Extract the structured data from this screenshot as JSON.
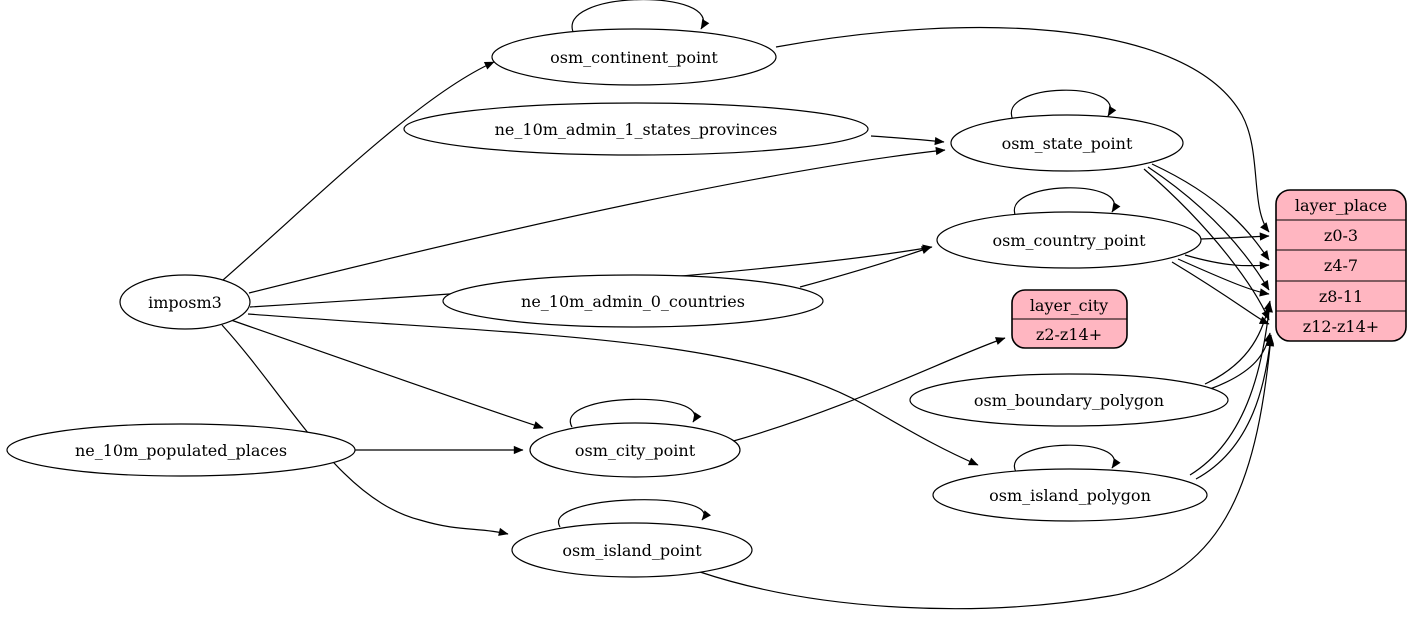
{
  "diagram": {
    "background": "#ffffff",
    "node_fill": "#ffffff",
    "record_fill": "#ffb6c1",
    "stroke_color": "#000000",
    "type": "graphviz-dataflow-diagram"
  },
  "nodes": {
    "imposm3": {
      "label": "imposm3"
    },
    "osm_continent_point": {
      "label": "osm_continent_point"
    },
    "ne_10m_admin_1_states_provinces": {
      "label": "ne_10m_admin_1_states_provinces"
    },
    "osm_state_point": {
      "label": "osm_state_point"
    },
    "osm_country_point": {
      "label": "osm_country_point"
    },
    "ne_10m_admin_0_countries": {
      "label": "ne_10m_admin_0_countries"
    },
    "osm_boundary_polygon": {
      "label": "osm_boundary_polygon"
    },
    "osm_city_point": {
      "label": "osm_city_point"
    },
    "ne_10m_populated_places": {
      "label": "ne_10m_populated_places"
    },
    "osm_island_polygon": {
      "label": "osm_island_polygon"
    },
    "osm_island_point": {
      "label": "osm_island_point"
    }
  },
  "records": {
    "layer_place": {
      "title": "layer_place",
      "rows": [
        "z0-3",
        "z4-7",
        "z8-11",
        "z12-z14+"
      ]
    },
    "layer_city": {
      "title": "layer_city",
      "rows": [
        "z2-z14+"
      ]
    }
  },
  "edges": [
    {
      "from": "imposm3",
      "to": "osm_continent_point"
    },
    {
      "from": "imposm3",
      "to": "osm_state_point"
    },
    {
      "from": "imposm3",
      "to": "osm_country_point"
    },
    {
      "from": "imposm3",
      "to": "osm_city_point"
    },
    {
      "from": "imposm3",
      "to": "osm_island_point"
    },
    {
      "from": "imposm3",
      "to": "osm_island_polygon"
    },
    {
      "from": "ne_10m_admin_1_states_provinces",
      "to": "osm_state_point"
    },
    {
      "from": "ne_10m_admin_0_countries",
      "to": "osm_country_point"
    },
    {
      "from": "ne_10m_populated_places",
      "to": "osm_city_point"
    },
    {
      "from": "osm_continent_point",
      "to": "osm_continent_point"
    },
    {
      "from": "osm_state_point",
      "to": "osm_state_point"
    },
    {
      "from": "osm_country_point",
      "to": "osm_country_point"
    },
    {
      "from": "osm_city_point",
      "to": "osm_city_point"
    },
    {
      "from": "osm_island_polygon",
      "to": "osm_island_polygon"
    },
    {
      "from": "osm_island_point",
      "to": "osm_island_point"
    },
    {
      "from": "osm_continent_point",
      "to": "layer_place:z0-3"
    },
    {
      "from": "osm_country_point",
      "to": "layer_place:z0-3"
    },
    {
      "from": "osm_country_point",
      "to": "layer_place:z4-7"
    },
    {
      "from": "osm_country_point",
      "to": "layer_place:z8-11"
    },
    {
      "from": "osm_country_point",
      "to": "layer_place:z12-z14+"
    },
    {
      "from": "osm_state_point",
      "to": "layer_place:z4-7"
    },
    {
      "from": "osm_state_point",
      "to": "layer_place:z8-11"
    },
    {
      "from": "osm_state_point",
      "to": "layer_place:z12-z14+"
    },
    {
      "from": "osm_boundary_polygon",
      "to": "layer_place:z8-11"
    },
    {
      "from": "osm_boundary_polygon",
      "to": "layer_place:z12-z14+"
    },
    {
      "from": "osm_island_polygon",
      "to": "layer_place:z8-11"
    },
    {
      "from": "osm_island_polygon",
      "to": "layer_place:z12-z14+"
    },
    {
      "from": "osm_island_point",
      "to": "layer_place:z12-z14+"
    },
    {
      "from": "osm_city_point",
      "to": "layer_city:z2-z14+"
    }
  ]
}
